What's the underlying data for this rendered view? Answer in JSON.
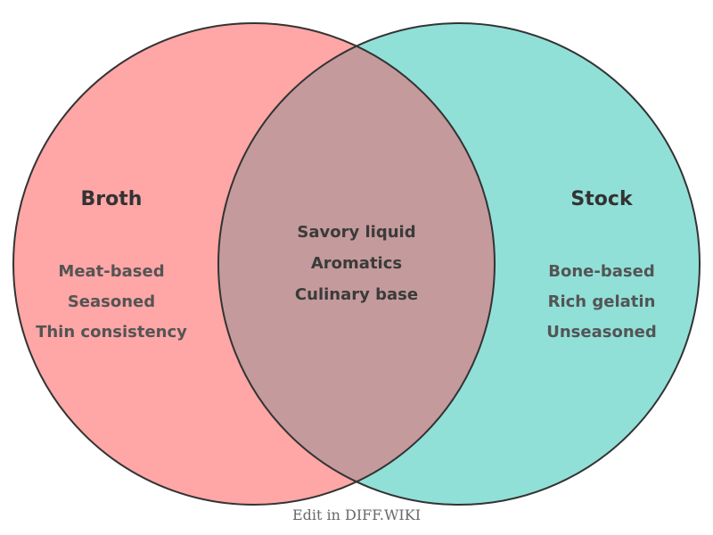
{
  "venn": {
    "outline_color": "#333333",
    "left": {
      "title": "Broth",
      "color": "#FFA6A6",
      "items": [
        "Meat-based",
        "Seasoned",
        "Thin consistency"
      ]
    },
    "right": {
      "title": "Stock",
      "color": "#90E0D8",
      "items": [
        "Bone-based",
        "Rich gelatin",
        "Unseasoned"
      ]
    },
    "intersection": {
      "color": "#C49A9C",
      "items": [
        "Savory liquid",
        "Aromatics",
        "Culinary base"
      ]
    }
  },
  "footer": {
    "caption": "Edit in DIFF.WIKI"
  }
}
